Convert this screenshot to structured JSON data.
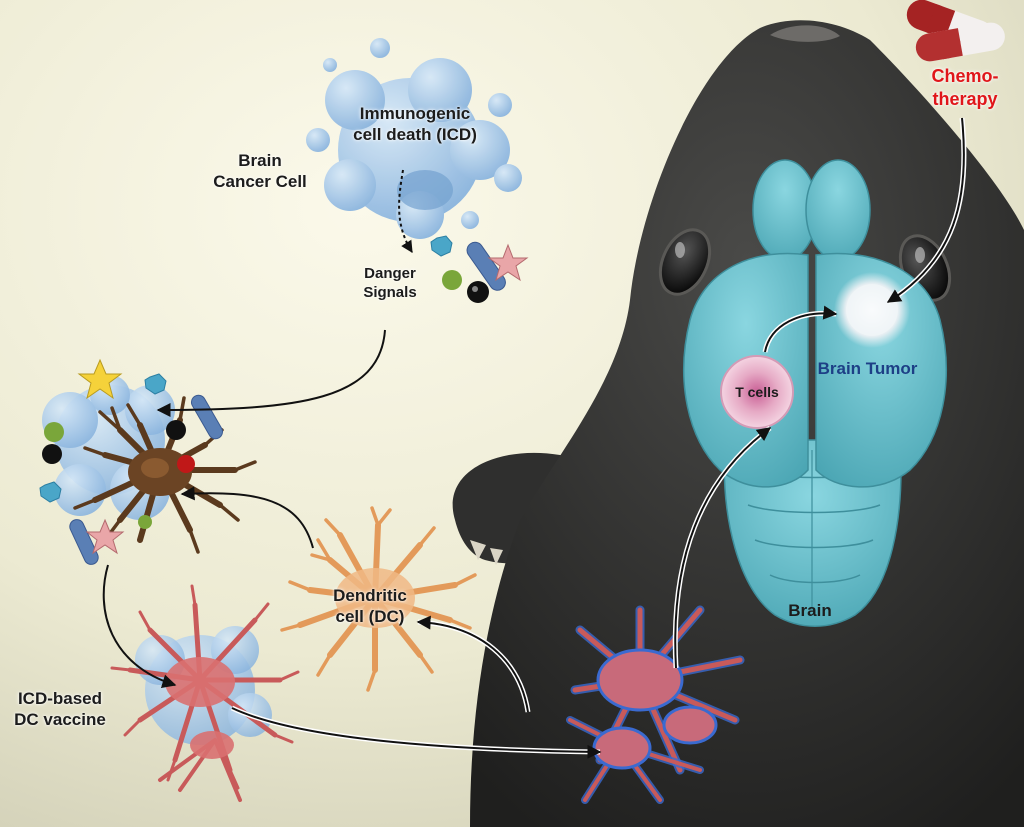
{
  "labels": {
    "icd_line1": "Immunogenic",
    "icd_line2": "cell death (ICD)",
    "cancer_line1": "Brain",
    "cancer_line2": "Cancer Cell",
    "danger_line1": "Danger",
    "danger_line2": "Signals",
    "dc_line1": "Dendritic",
    "dc_line2": "cell (DC)",
    "vaccine_line1": "ICD-based",
    "vaccine_line2": "DC vaccine",
    "chemo_line1": "Chemo-",
    "chemo_line2": "therapy",
    "brain_tumor": "Brain Tumor",
    "t_cells": "T cells",
    "brain": "Brain"
  },
  "colors": {
    "chemo_text": "#e0161a",
    "brain_tumor_text": "#1d3f86",
    "brain_tissue": "#6fc4d0",
    "dc_orange": "#e39a5a",
    "dc_brown": "#5b3a1e",
    "vaccine_red": "#c85a5a",
    "cancer_blue": "#9ec3e6"
  }
}
